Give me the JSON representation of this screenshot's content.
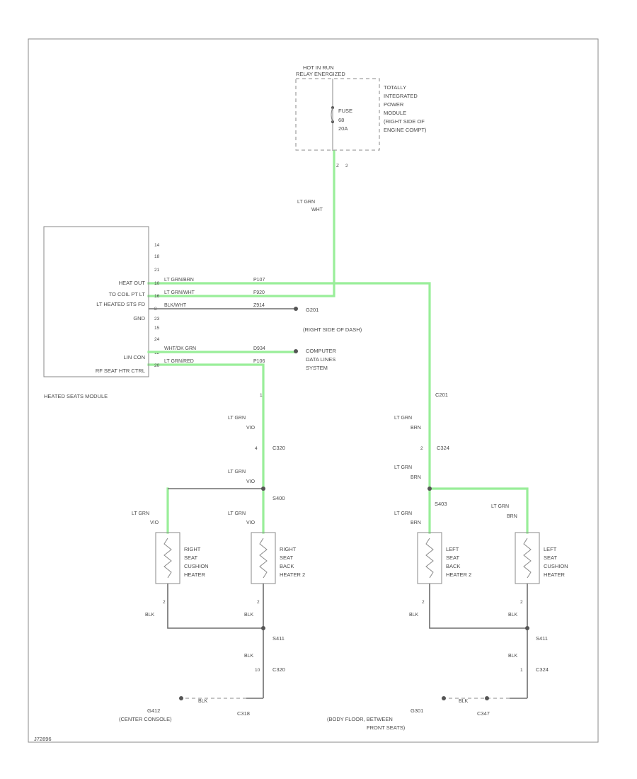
{
  "fuse_box": {
    "top_lines": [
      "HOT IN RUN",
      "RELAY ENERGIZED"
    ],
    "fuse_lines": [
      "FUSE",
      "68",
      "20A"
    ],
    "module_lines": [
      "TOTALLY",
      "INTEGRATED",
      "POWER",
      "MODULE",
      "(RIGHT SIDE OF",
      "ENGINE COMPT)"
    ],
    "pin": "Z",
    "pin_num": "2"
  },
  "feed_wire": {
    "color": "LT GRN",
    "circuit": "WHT"
  },
  "module": {
    "name": "HEATED SEATS MODULE",
    "pins_top": [
      "14",
      "18",
      "21"
    ],
    "rows": [
      {
        "label": "HEAT OUT",
        "pin": "10",
        "wire": "LT GRN/BRN",
        "circuit": "P107"
      },
      {
        "label": "TO COIL PT LT",
        "pin": "16",
        "wire": "LT GRN/WHT",
        "circuit": "F920"
      },
      {
        "label": "LT HEATED STS FD",
        "pin": "8",
        "wire": "BLK/WHT",
        "circuit": "Z914"
      },
      {
        "label": "GND",
        "pin": "23",
        "wire": "",
        "circuit": ""
      },
      {
        "label": "",
        "pin": "15",
        "wire": "",
        "circuit": ""
      },
      {
        "label": "",
        "pin": "24",
        "wire": "",
        "circuit": ""
      },
      {
        "label": "LIN CON",
        "pin": "12",
        "wire": "WHT/DK GRN",
        "circuit": "D934"
      },
      {
        "label": "RF SEAT HTR CTRL",
        "pin": "20",
        "wire": "LT GRN/RED",
        "circuit": "P106"
      }
    ]
  },
  "ground_g201": {
    "id": "G201",
    "location": "(RIGHT SIDE OF DASH)"
  },
  "computer_data": [
    "COMPUTER",
    "DATA LINES",
    "SYSTEM"
  ],
  "right_branch": {
    "connector_top": "1",
    "wire1_color": "LT GRN",
    "wire1_circuit": "VIO",
    "conn1_pin": "4",
    "conn1_id": "C320",
    "wire2_color": "LT GRN",
    "wire2_circuit": "VIO",
    "splice": "S400",
    "wire_left_color": "LT GRN",
    "wire_left_circuit": "VIO",
    "wire_mid_color": "LT GRN",
    "wire_mid_circuit": "VIO",
    "heater_left": [
      "RIGHT",
      "SEAT",
      "CUSHION",
      "HEATER"
    ],
    "heater_right": [
      "RIGHT",
      "SEAT",
      "BACK",
      "HEATER 2"
    ],
    "pin_a": "2",
    "pin_b": "2",
    "gnd_wire": "BLK",
    "gnd_wire2": "BLK",
    "splice_gnd": "S411",
    "gnd_wire3": "BLK",
    "conn2_pin": "10",
    "conn2_id": "C320",
    "gnd_id": "G412",
    "gnd_location": "(CENTER CONSOLE)",
    "gnd_pin": "BLK",
    "gnd_conn": "C318"
  },
  "left_branch": {
    "connector_top": "C201",
    "wire1_color": "LT GRN",
    "wire1_circuit": "BRN",
    "conn1_pin": "2",
    "conn1_id": "C324",
    "wire2_color": "LT GRN",
    "wire2_circuit": "BRN",
    "splice": "S403",
    "wire_mid_color": "LT GRN",
    "wire_mid_circuit": "BRN",
    "wire_right_color": "LT GRN",
    "wire_right_circuit": "BRN",
    "heater_left": [
      "LEFT",
      "SEAT",
      "BACK",
      "HEATER 2"
    ],
    "heater_right": [
      "LEFT",
      "SEAT",
      "CUSHION",
      "HEATER"
    ],
    "pin_a": "2",
    "pin_b": "2",
    "gnd_wire": "BLK",
    "gnd_wire2": "BLK",
    "splice_gnd": "S411",
    "gnd_wire3": "BLK",
    "conn2_pin": "1",
    "conn2_id": "C324",
    "gnd_id": "G301",
    "gnd_location": [
      "(BODY FLOOR, BETWEEN",
      "FRONT SEATS)"
    ],
    "gnd_pin": "BLK",
    "gnd_conn": "C347"
  },
  "figure_id": "J72896"
}
